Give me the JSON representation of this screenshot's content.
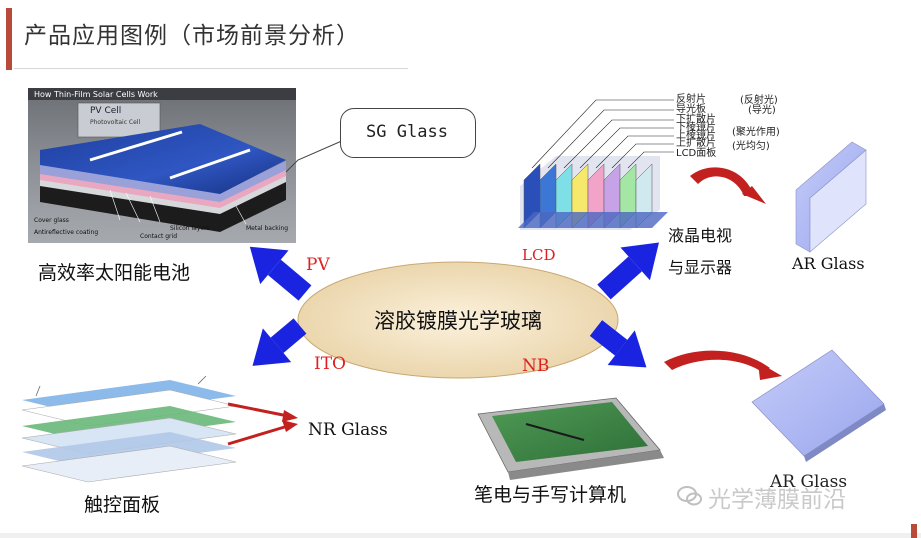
{
  "title": "产品应用图例（市场前景分析）",
  "center": "溶胶镀膜光学玻璃",
  "branches": {
    "pv": "PV",
    "lcd": "LCD",
    "ito": "ITO",
    "nb": "NB"
  },
  "solar": {
    "panel_header": "How Thin-Film Solar Cells Work",
    "cell_label": "PV Cell",
    "cell_sub": "Photovoltaic Cell",
    "layers": [
      "Cover glass",
      "Antireflective coating",
      "Contact grid",
      "Silicon layers",
      "Metal backing"
    ],
    "callout": "SG Glass",
    "caption": "高效率太阳能电池"
  },
  "lcd": {
    "layers": [
      "反射片",
      "导光板",
      "下扩散片",
      "下棱镜片",
      "上棱镜片",
      "上扩散片",
      "LCD面板"
    ],
    "notes": [
      "(反射光)",
      "(导光)",
      "(聚光作用)",
      "(光均匀)"
    ],
    "caption_line1": "液晶电视",
    "caption_line2": "与显示器",
    "product": "AR Glass"
  },
  "touch": {
    "product": "NR Glass",
    "caption": "触控面板"
  },
  "nb": {
    "caption": "笔电与手写计算机",
    "product": "AR Glass"
  },
  "watermark": "光学薄膜前沿",
  "colors": {
    "arrow_blue": "#1a23e0",
    "label_red": "#e02020",
    "accent_brown": "#b84a3a",
    "oval_fill": "#f3e4c2",
    "glass_blue": "#aab4f2"
  }
}
